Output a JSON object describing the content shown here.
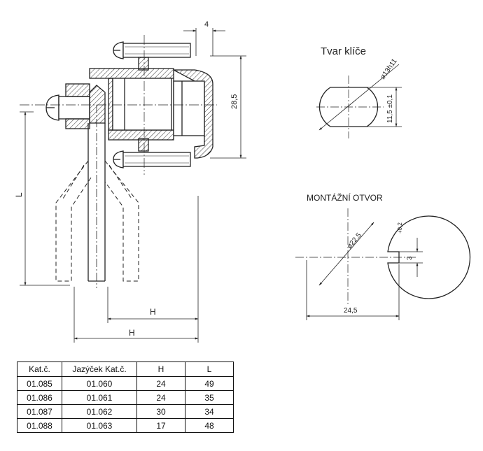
{
  "key_shape": {
    "title": "Tvar klíče",
    "diameter_label": "ø13h11",
    "height_label": "11,5 ±0,1"
  },
  "mounting_hole": {
    "title": "MONTÁŽNÍ OTVOR",
    "diameter_label": "ø22,5",
    "width_label": "24,5",
    "notch_label": "3",
    "tolerance_label": "+0,2"
  },
  "main_view": {
    "dim_top": "4",
    "dim_right": "28,5",
    "dim_l": "L",
    "dim_h1": "H",
    "dim_h2": "H"
  },
  "table": {
    "headers": [
      "Kat.č.",
      "Jazýček  Kat.č.",
      "H",
      "L"
    ],
    "rows": [
      [
        "01.085",
        "01.060",
        "24",
        "49"
      ],
      [
        "01.086",
        "01.061",
        "24",
        "35"
      ],
      [
        "01.087",
        "01.062",
        "30",
        "34"
      ],
      [
        "01.088",
        "01.063",
        "17",
        "48"
      ]
    ]
  }
}
